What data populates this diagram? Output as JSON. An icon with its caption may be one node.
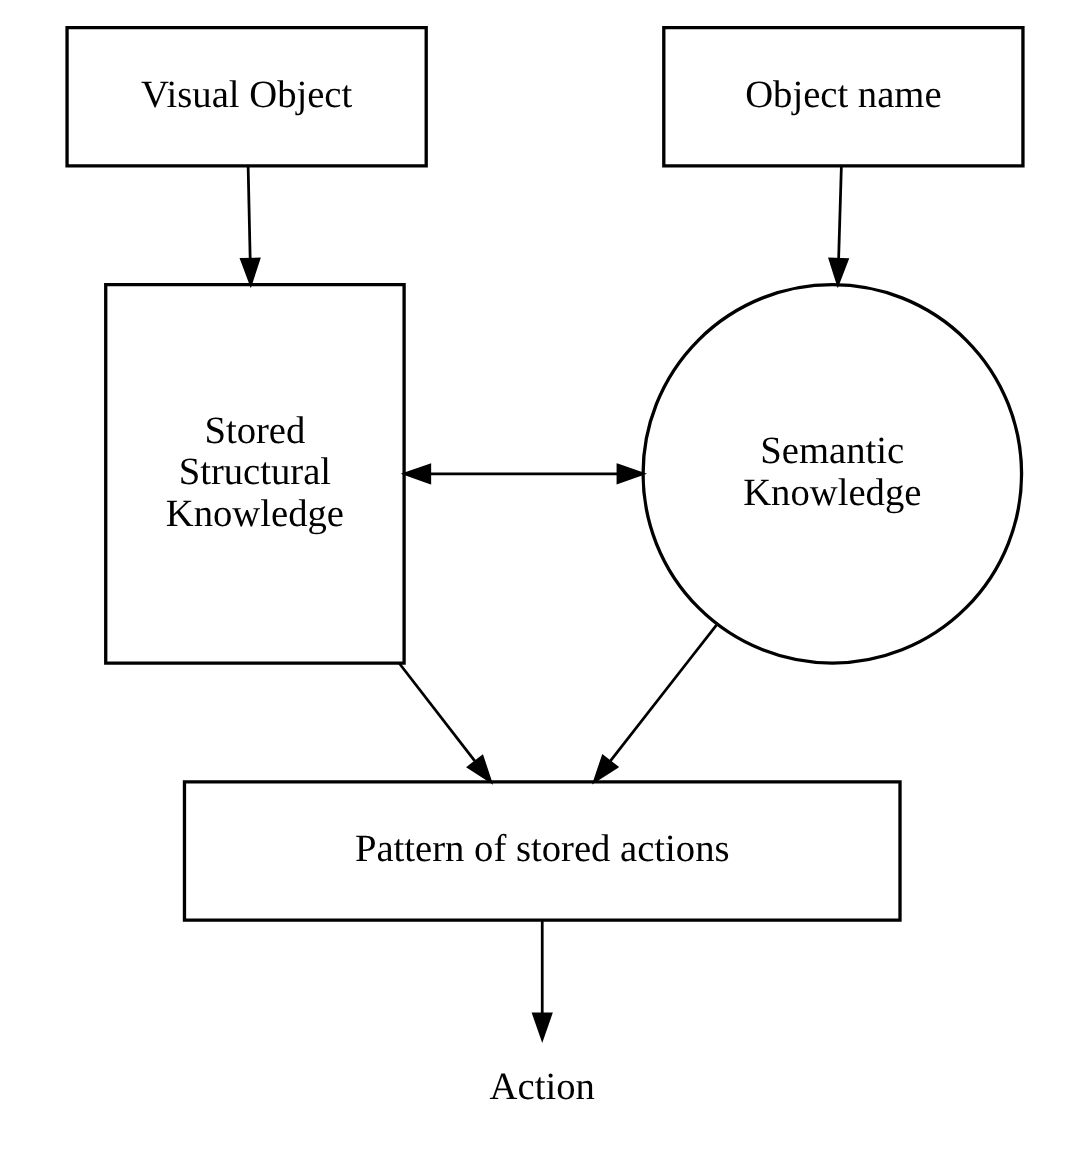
{
  "diagram": {
    "nodes": [
      {
        "text": [
          "Visual Object"
        ]
      },
      {
        "text": [
          "Object name"
        ]
      },
      {
        "text": [
          "Stored Structural Knowledge"
        ]
      },
      {
        "text": [
          "Semantic Knowledge"
        ]
      },
      {
        "text": [
          "Pattern of stored actions"
        ]
      },
      {
        "text": [
          "Action"
        ]
      }
    ],
    "edges": [
      {
        "from": 0,
        "to": 2,
        "arrow": "to"
      },
      {
        "from": 1,
        "to": 3,
        "arrow": "to"
      },
      {
        "from": 2,
        "to": 3,
        "arrow": "both"
      },
      {
        "from": 2,
        "to": 4,
        "arrow": "to"
      },
      {
        "from": 3,
        "to": 4,
        "arrow": "to"
      },
      {
        "from": 4,
        "to": 5,
        "arrow": "to"
      }
    ]
  }
}
